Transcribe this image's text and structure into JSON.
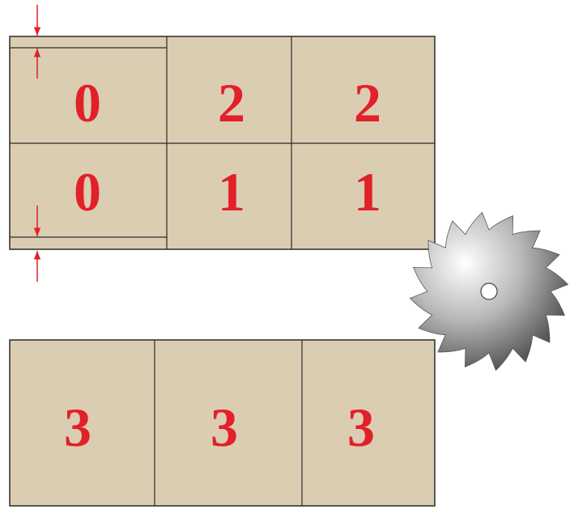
{
  "colors": {
    "board": "#dbcdb2",
    "board_stroke": "#2a2a2a",
    "label": "#e2202a",
    "arrow": "#e2202a",
    "blade_light": "#ffffff",
    "blade_dark": "#3a3a3a"
  },
  "top_board": {
    "row1": [
      "0",
      "2",
      "2"
    ],
    "row2": [
      "0",
      "1",
      "1"
    ]
  },
  "bottom_board": {
    "row": [
      "3",
      "3",
      "3"
    ]
  },
  "icons": {
    "blade": "circular-saw-blade-icon",
    "arrow": "dimension-arrow-icon"
  }
}
